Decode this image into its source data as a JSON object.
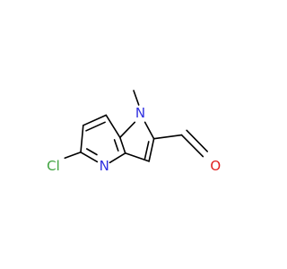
{
  "molecule": {
    "atoms": {
      "n1": {
        "text": "N",
        "color": "#2f2fe0"
      },
      "n4": {
        "text": "N",
        "color": "#2f2fe0"
      },
      "cl": {
        "text": "Cl",
        "color": "#3fa33f"
      },
      "o": {
        "text": "O",
        "color": "#e01f1f"
      }
    },
    "bond_color": "#000000"
  }
}
